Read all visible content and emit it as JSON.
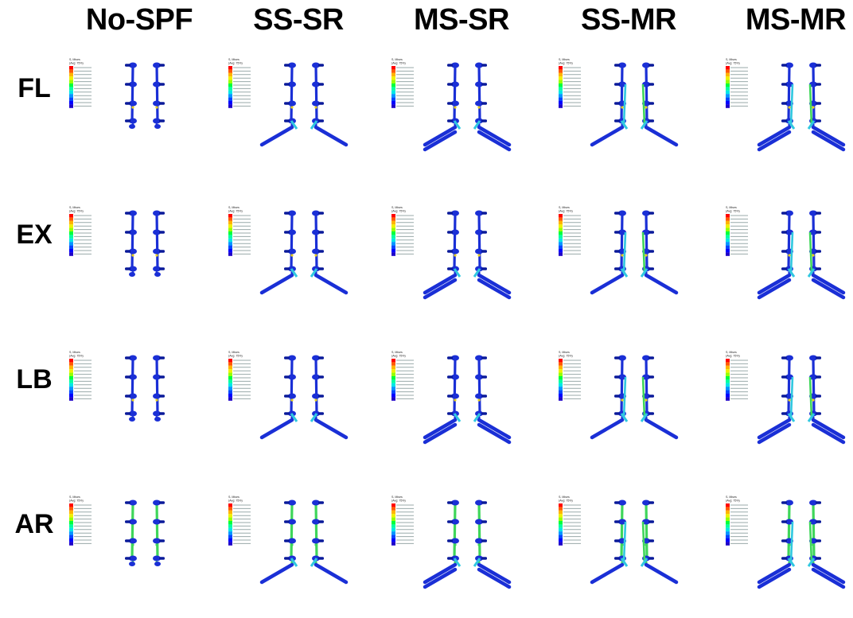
{
  "columns": [
    {
      "label": "No-SPF",
      "rods": "none",
      "cross": false
    },
    {
      "label": "SS-SR",
      "rods": "single",
      "cross": false
    },
    {
      "label": "MS-SR",
      "rods": "multi",
      "cross": false
    },
    {
      "label": "SS-MR",
      "rods": "single",
      "cross": true
    },
    {
      "label": "MS-MR",
      "rods": "multi",
      "cross": true
    }
  ],
  "rows": [
    {
      "label": "FL",
      "load": "flexion"
    },
    {
      "label": "EX",
      "load": "extension"
    },
    {
      "label": "LB",
      "load": "lateral-bending"
    },
    {
      "label": "AR",
      "load": "axial-rotation"
    }
  ],
  "legend": {
    "title_line1": "S, Mises",
    "title_line2": "(Avg: 75%)",
    "colors": [
      "#ff0000",
      "#ff5a00",
      "#ffb400",
      "#f0f000",
      "#96ff00",
      "#00ff3c",
      "#00ffa0",
      "#00e6e6",
      "#0096ff",
      "#0046ff",
      "#0000ff",
      "#1e00c8"
    ]
  },
  "palette": {
    "implant_blue": "#1a2fd6",
    "implant_dark": "#0a1a9a",
    "stress_green": "#3fd65a",
    "stress_cyan": "#30c8e0",
    "stress_yellow": "#e8d020",
    "stress_red": "#e02010"
  }
}
